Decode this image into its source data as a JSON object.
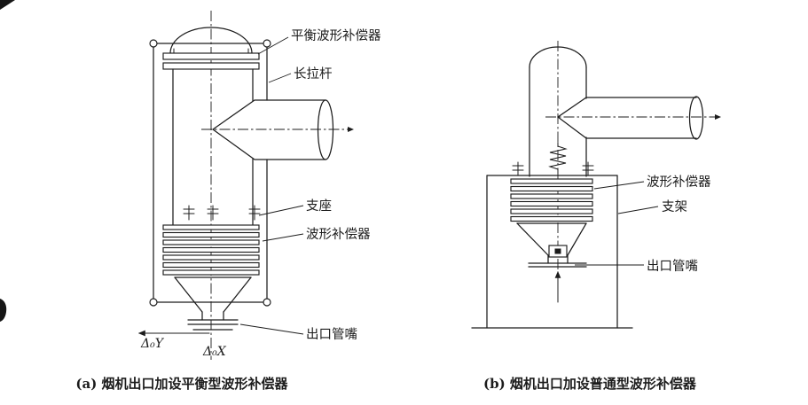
{
  "page": {
    "background": "#ffffff",
    "line_color": "#1c1c1c"
  },
  "left_diagram": {
    "caption": "(a) 烟机出口加设平衡型波形补偿器",
    "labels": {
      "balanced_bellows": "平衡波形补偿器",
      "long_tie_rod": "长拉杆",
      "support": "支座",
      "bellows": "波形补偿器",
      "outlet_nozzle": "出口管嘴",
      "displacement_y": "Δ₀Y",
      "displacement_x": "Δ₀X"
    }
  },
  "right_diagram": {
    "caption": "(b) 烟机出口加设普通型波形补偿器",
    "labels": {
      "bellows": "波形补偿器",
      "bracket": "支架",
      "outlet_nozzle": "出口管嘴"
    }
  }
}
